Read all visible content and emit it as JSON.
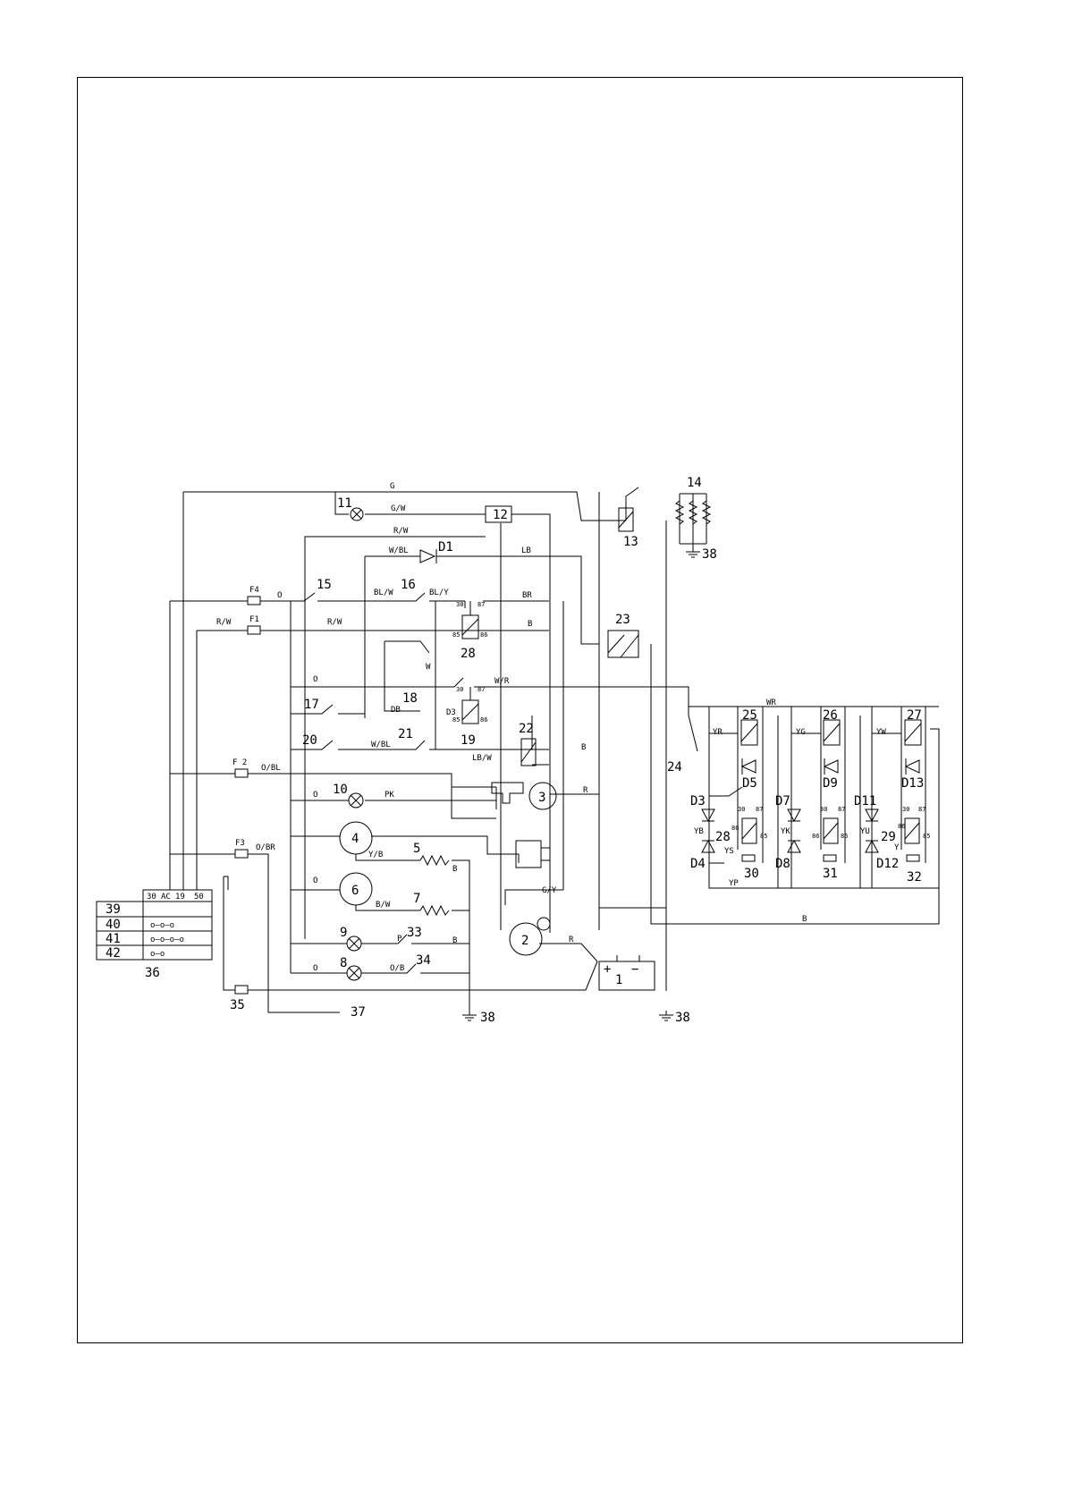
{
  "components": {
    "c1": "1",
    "c2": "2",
    "c3": "3",
    "c4": "4",
    "c5": "5",
    "c6": "6",
    "c7": "7",
    "c8": "8",
    "c9": "9",
    "c10": "10",
    "c11": "11",
    "c12": "12",
    "c13": "13",
    "c14": "14",
    "c15": "15",
    "c16": "16",
    "c17": "17",
    "c18": "18",
    "c19": "19",
    "c20": "20",
    "c21": "21",
    "c22": "22",
    "c23": "23",
    "c24": "24",
    "c25": "25",
    "c26": "26",
    "c27": "27",
    "c28": "28",
    "c28b": "28",
    "c29": "29",
    "c30": "30",
    "c31": "31",
    "c32": "32",
    "c33": "33",
    "c34": "34",
    "c35": "35",
    "c36": "36",
    "c37": "37",
    "c38a": "38",
    "c38b": "38",
    "c38c": "38",
    "c39": "39",
    "c40": "40",
    "c41": "41",
    "c42": "42"
  },
  "diodes": {
    "d1": "D1",
    "d3": "D3",
    "d4": "D4",
    "d5": "D5",
    "d7": "D7",
    "d8": "D8",
    "d9": "D9",
    "d11": "D11",
    "d12": "D12",
    "d13": "D13",
    "d3b": "D3"
  },
  "fuses": {
    "f1": "F1",
    "f2": "F 2",
    "f3": "F3",
    "f4": "F4"
  },
  "wires": {
    "g": "G",
    "gw": "G/W",
    "rw1": "R/W",
    "rw2": "R/W",
    "rw3": "R/W",
    "wbl": "W/BL",
    "lb": "LB",
    "blw": "BL/W",
    "bly": "BL/Y",
    "br": "BR",
    "b1": "B",
    "b2": "B",
    "b3": "B",
    "b4": "B",
    "b5": "B",
    "b6": "B",
    "w": "W",
    "wr": "W/R",
    "db": "DB",
    "wbl2": "W/BL",
    "lbw": "LB/W",
    "o1": "O",
    "o2": "O",
    "o3": "O",
    "o4": "O",
    "o5": "O",
    "obl": "O/BL",
    "pk": "PK",
    "r1": "R",
    "r2": "R",
    "obr": "O/BR",
    "yb": "Y/B",
    "bw": "B/W",
    "p": "P",
    "ob": "O/B",
    "gy": "G/Y",
    "wr2": "WR",
    "yr": "YR",
    "yg": "YG",
    "yw": "YW",
    "yb2": "YB",
    "yk": "YK",
    "yu": "YU",
    "ys": "YS",
    "yp": "YP",
    "y": "Y"
  },
  "pins": {
    "p30": "30",
    "p87": "87",
    "p85": "85",
    "p86": "86"
  },
  "battery": {
    "plus": "+",
    "minus": "−"
  },
  "ignition_table": {
    "headers": [
      "30",
      "AC",
      "19",
      "50"
    ],
    "rows": [
      {
        "pos": "39",
        "pattern": ""
      },
      {
        "pos": "40",
        "pattern": "o—o—o"
      },
      {
        "pos": "41",
        "pattern": "o—o—o—o"
      },
      {
        "pos": "42",
        "pattern": "o—o"
      }
    ]
  }
}
